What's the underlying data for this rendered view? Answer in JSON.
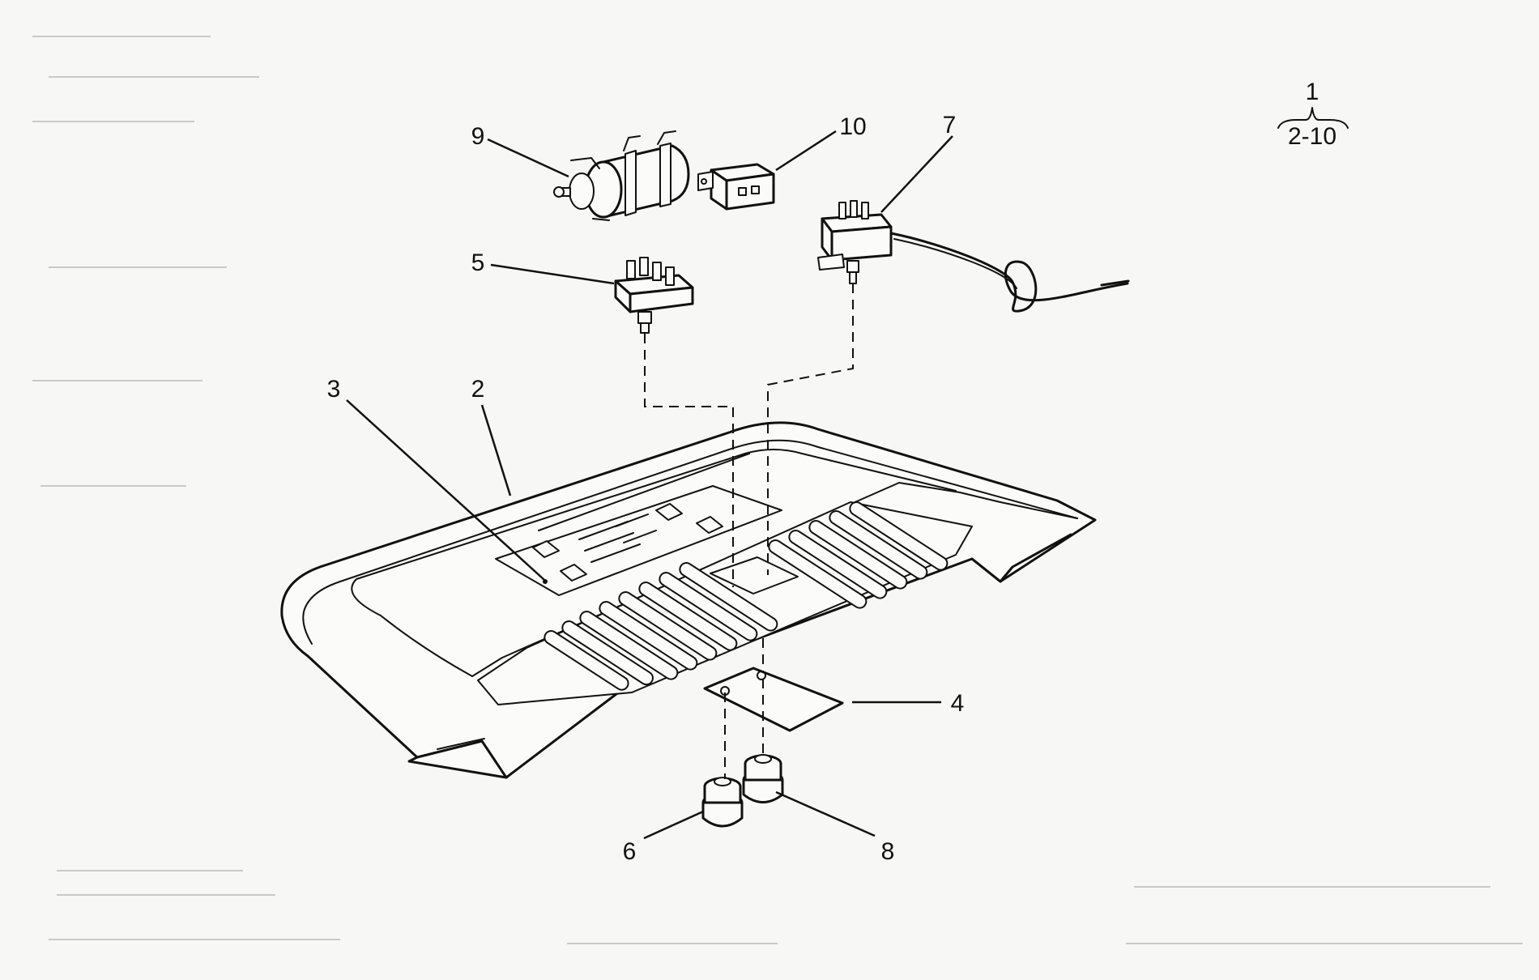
{
  "callouts": {
    "c1": "1",
    "c2_10": "2-10",
    "c2": "2",
    "c3": "3",
    "c4": "4",
    "c5": "5",
    "c6": "6",
    "c7": "7",
    "c8": "8",
    "c9": "9",
    "c10": "10"
  }
}
